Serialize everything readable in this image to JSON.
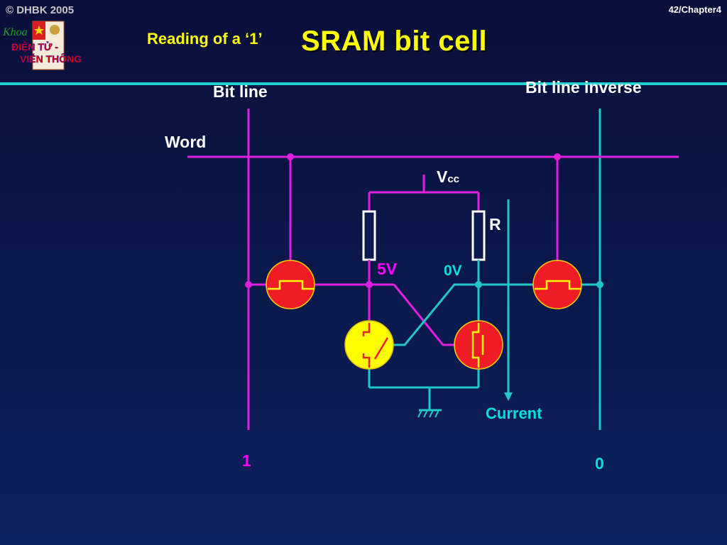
{
  "header": {
    "copyright": "© DHBK 2005",
    "page": "42/Chapter4",
    "subtitle": "Reading of a ‘1’",
    "title": "SRAM bit cell"
  },
  "logo": {
    "khoa": "Khoa",
    "line1": "ĐIỆN TỬ -",
    "line2": "VIỄN THÔNG"
  },
  "diagram": {
    "bit_line": "Bit line",
    "bit_line_inverse": "Bit line inverse",
    "word": "Word",
    "vcc": "V",
    "vcc_sub": "cc",
    "resistor": "R",
    "left_voltage": "5V",
    "right_voltage": "0V",
    "current": "Current",
    "bit_line_value": "1",
    "bit_line_inverse_value": "0"
  },
  "colors": {
    "magenta_wire": "#e020e0",
    "cyan_wire": "#20c8c8",
    "transistor_red": "#ee1c24",
    "transistor_yellow": "#ffff00",
    "text_yellow": "#ffff00",
    "label_magenta": "#ff00ff",
    "label_cyan": "#00e0e0"
  }
}
